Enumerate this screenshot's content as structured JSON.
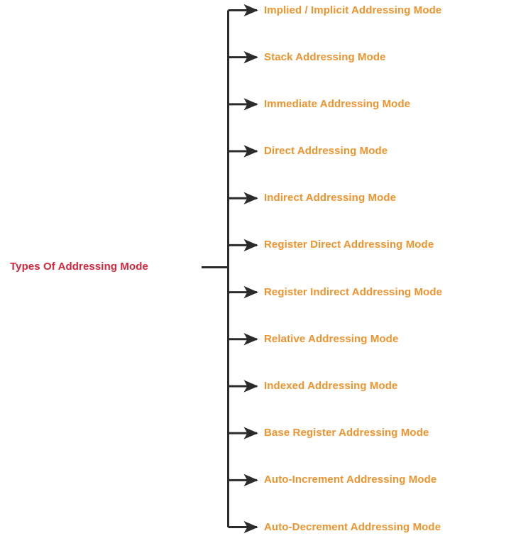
{
  "diagram": {
    "type": "tree",
    "orientation": "left-to-right",
    "background_color": "#ffffff",
    "line_color": "#2b2b2b",
    "root": {
      "label": "Types Of Addressing Mode",
      "color": "#d5263b"
    },
    "branch_color": "#f0932d",
    "branches": [
      {
        "label": "Implied / Implicit Addressing Mode"
      },
      {
        "label": "Stack Addressing Mode"
      },
      {
        "label": "Immediate Addressing Mode"
      },
      {
        "label": "Direct Addressing Mode"
      },
      {
        "label": "Indirect Addressing Mode"
      },
      {
        "label": "Register Direct Addressing Mode"
      },
      {
        "label": "Register Indirect Addressing Mode"
      },
      {
        "label": "Relative Addressing Mode"
      },
      {
        "label": "Indexed Addressing Mode"
      },
      {
        "label": "Base Register Addressing Mode"
      },
      {
        "label": "Auto-Increment Addressing Mode"
      },
      {
        "label": "Auto-Decrement Addressing Mode"
      }
    ]
  }
}
